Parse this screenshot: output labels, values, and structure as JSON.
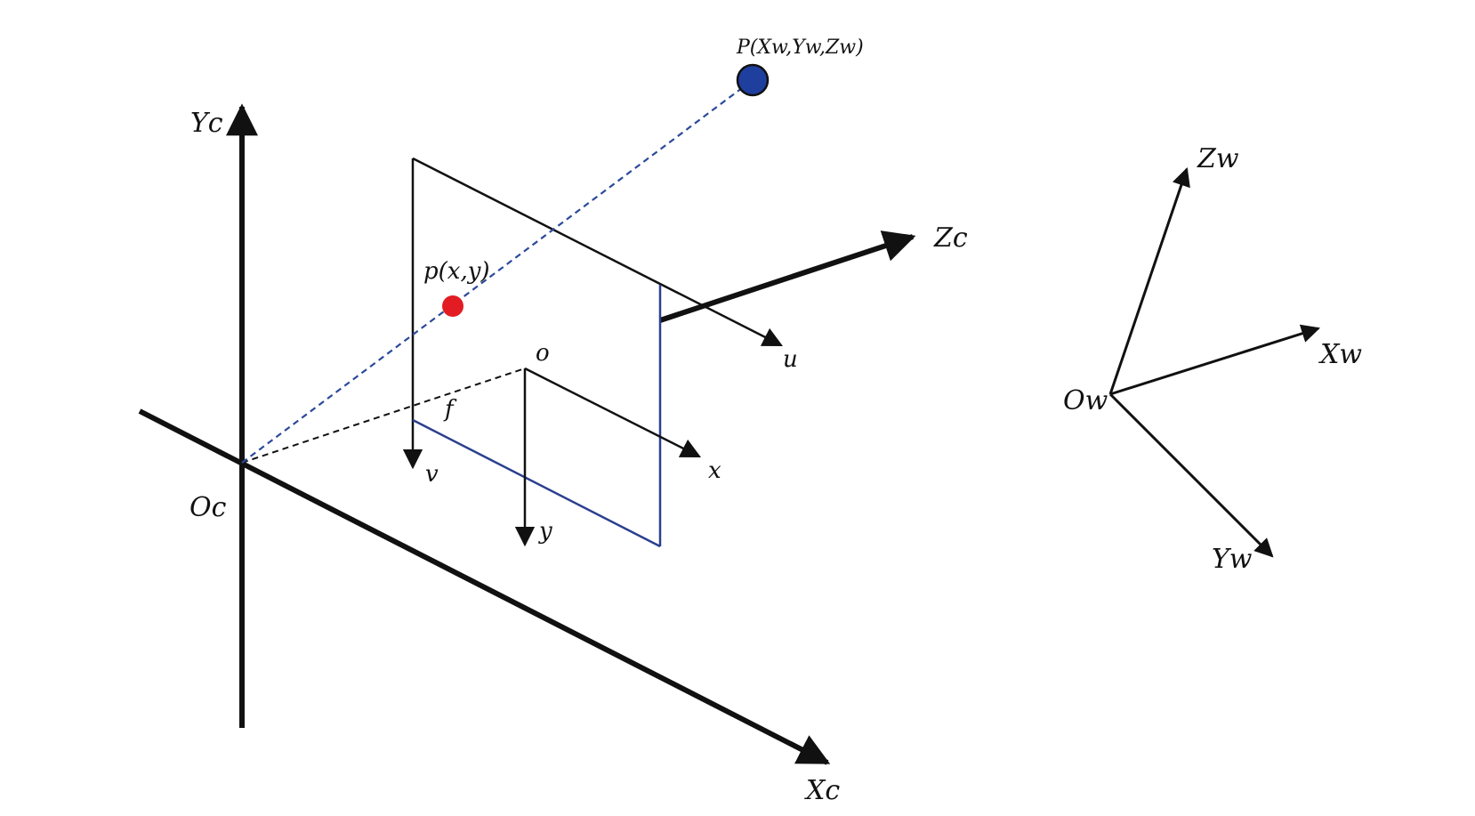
{
  "colors": {
    "ink": "#111111",
    "image_plane_lower": "#2b3f8f",
    "projection_ray": "#2a4a9a",
    "world_point": "#1f3f9e",
    "image_point": "#e31c23"
  },
  "camera_frame": {
    "origin_label": "Oc",
    "x_label": "Xc",
    "y_label": "Yc",
    "z_label": "Zc"
  },
  "image_frame": {
    "pixel_u_label": "u",
    "pixel_v_label": "v",
    "principal_point_label": "o",
    "x_label": "x",
    "y_label": "y",
    "focal_label": "f"
  },
  "points": {
    "world_point_label": "P(Xw,Yw,Zw)",
    "image_point_label": "p(x,y)"
  },
  "world_frame": {
    "origin_label": "Ow",
    "x_label": "Xw",
    "y_label": "Yw",
    "z_label": "Zw"
  }
}
